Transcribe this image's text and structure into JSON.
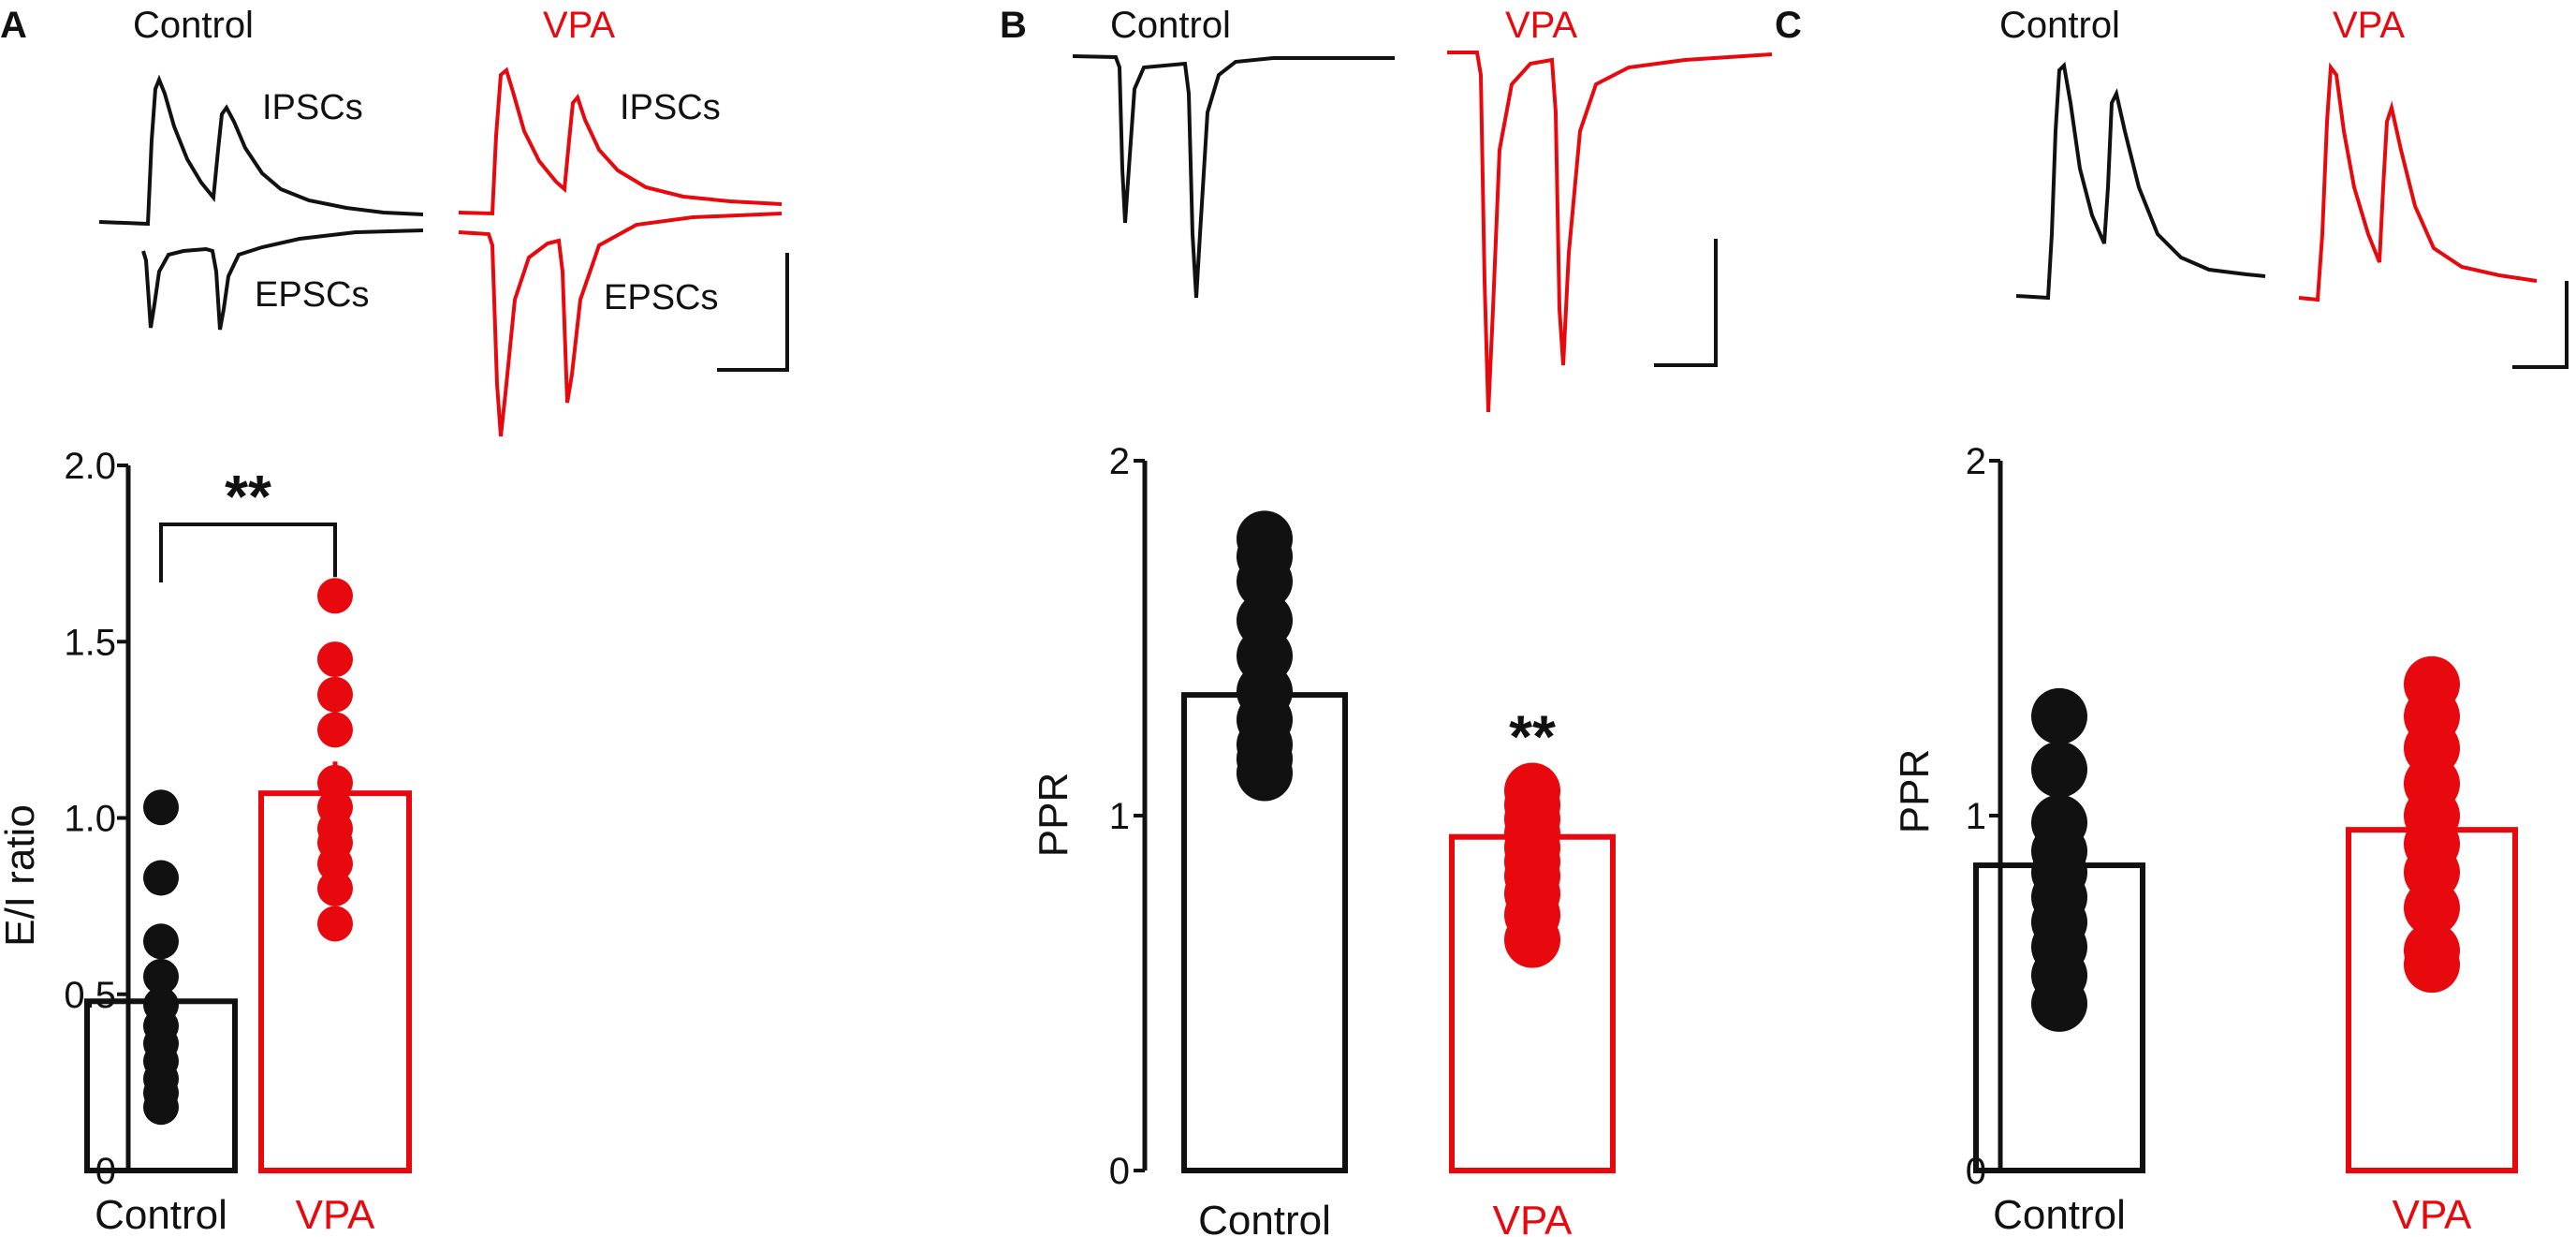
{
  "colors": {
    "control": "#111111",
    "vpa": "#e8090e",
    "axis": "#111111"
  },
  "panels": [
    {
      "letter": "A",
      "trace_labels": {
        "control": "Control",
        "vpa": "VPA",
        "upper": "IPSCs",
        "lower": "EPSCs"
      }
    },
    {
      "letter": "B",
      "trace_labels": {
        "control": "Control",
        "vpa": "VPA"
      }
    },
    {
      "letter": "C",
      "trace_labels": {
        "control": "Control",
        "vpa": "VPA"
      }
    }
  ],
  "chart_data": [
    {
      "panel": "A",
      "type": "bar",
      "title": "",
      "xlabel": "",
      "ylabel": "E/I ratio",
      "categories": [
        "Control",
        "VPA"
      ],
      "ylim": [
        0,
        2.0
      ],
      "yticks": [
        "0",
        "0.5",
        "1.0",
        "1.5",
        "2.0"
      ],
      "ytick_values": [
        0,
        0.5,
        1.0,
        1.5,
        2.0
      ],
      "means": [
        0.48,
        1.07
      ],
      "errors": [
        0.07,
        0.09
      ],
      "points": [
        [
          1.03,
          0.83,
          0.65,
          0.55,
          0.47,
          0.41,
          0.36,
          0.31,
          0.26,
          0.22,
          0.18
        ],
        [
          1.63,
          1.45,
          1.35,
          1.25,
          1.1,
          1.03,
          0.97,
          0.93,
          0.87,
          0.8,
          0.7
        ]
      ],
      "significance": {
        "label": "**",
        "between": [
          0,
          1
        ]
      }
    },
    {
      "panel": "B",
      "type": "bar",
      "title": "",
      "xlabel": "",
      "ylabel": "PPR",
      "categories": [
        "Control",
        "VPA"
      ],
      "ylim": [
        0,
        2
      ],
      "yticks": [
        "0",
        "1",
        "2"
      ],
      "ytick_values": [
        0,
        1,
        2
      ],
      "means": [
        1.34,
        0.94
      ],
      "errors": [
        0.08,
        0.05
      ],
      "points": [
        [
          1.78,
          1.73,
          1.66,
          1.55,
          1.45,
          1.35,
          1.27,
          1.2,
          1.16,
          1.12
        ],
        [
          1.07,
          1.03,
          0.99,
          0.95,
          0.91,
          0.87,
          0.83,
          0.78,
          0.72,
          0.65
        ]
      ],
      "significance": {
        "label": "**",
        "over": 1
      }
    },
    {
      "panel": "C",
      "type": "bar",
      "title": "",
      "xlabel": "",
      "ylabel": "PPR",
      "categories": [
        "Control",
        "VPA"
      ],
      "ylim": [
        0,
        2
      ],
      "yticks": [
        "0",
        "1",
        "2"
      ],
      "ytick_values": [
        0,
        1,
        2
      ],
      "means": [
        0.86,
        0.96
      ],
      "errors": [
        0.06,
        0.08
      ],
      "points": [
        [
          1.28,
          1.13,
          0.98,
          0.9,
          0.84,
          0.77,
          0.7,
          0.63,
          0.55,
          0.47
        ],
        [
          1.37,
          1.28,
          1.19,
          1.09,
          1.0,
          0.92,
          0.84,
          0.74,
          0.62,
          0.58
        ]
      ],
      "significance": null
    }
  ]
}
